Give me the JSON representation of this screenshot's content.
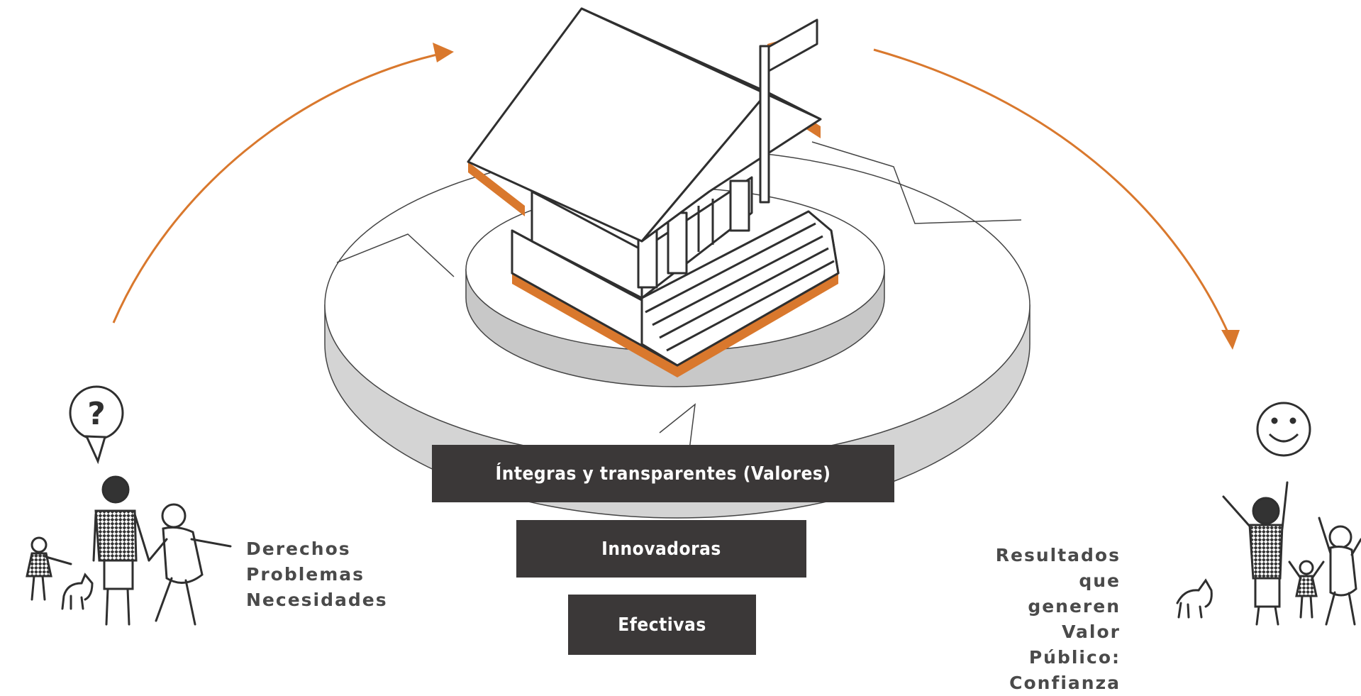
{
  "colors": {
    "accent": "#d9782d",
    "box": "#3b3838",
    "line": "#2f2f2f",
    "platform_shadow": "#d4d4d4"
  },
  "icons": {
    "left_bubble": "question-mark-speech-bubble",
    "right_face": "smiley-face"
  },
  "layers": [
    {
      "label": "Íntegras y transparentes (Valores)"
    },
    {
      "label": "Innovadoras"
    },
    {
      "label": "Efectivas"
    }
  ],
  "left_panel": {
    "lines": [
      "Derechos",
      "Problemas",
      "Necesidades"
    ]
  },
  "right_panel": {
    "lines": [
      "Resultados",
      "que generen",
      "Valor Público:",
      "Confianza"
    ]
  }
}
